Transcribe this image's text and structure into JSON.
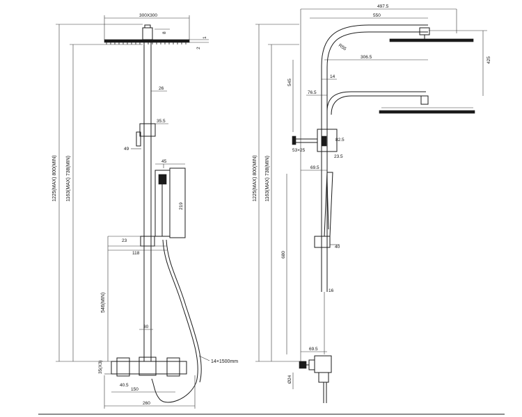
{
  "left_view": {
    "head_width": "300X300",
    "head_thickness": "8",
    "ceiling_gap_a": "1",
    "ceiling_gap_b": "2",
    "pipe_diameter": "26",
    "bracket_height": "35.5",
    "bracket_offset": "49",
    "handset_width": "45",
    "handset_length": "219",
    "overall_height_label": "1225(MAX) 800(MIN)",
    "pipe_height_label": "1163(MAX) 738(MIN)",
    "slider_thickness": "23",
    "slider_width": "118",
    "inlet_height_label": "546(MIN)",
    "lower_pipe_diameter": "30",
    "hose_label": "14×1500mm",
    "valve_height": "35(X3)",
    "centre_distance": "40.5",
    "outlet_width": "150",
    "valve_width": "260"
  },
  "right_view": {
    "arm_projection_total": "497.5",
    "arm_projection": "550",
    "arm_radius": "R55",
    "head_projection": "306.5",
    "arm_drop": "425",
    "upper_offset": "545",
    "arm_gap": "14",
    "arm_spacing": "76.5",
    "diverter_height": "82.5",
    "diverter_offset": "53×25",
    "diverter_depth": "23.5",
    "diverter_projection": "69.5",
    "overall_height_label": "1225(MAX) 800(MIN)",
    "pipe_height_label": "1163(MAX) 738(MIN)",
    "slider_height": "40",
    "rail_length": "680",
    "rail_diameter": "16",
    "valve_projection": "69.5",
    "valve_height": "Ø24"
  }
}
